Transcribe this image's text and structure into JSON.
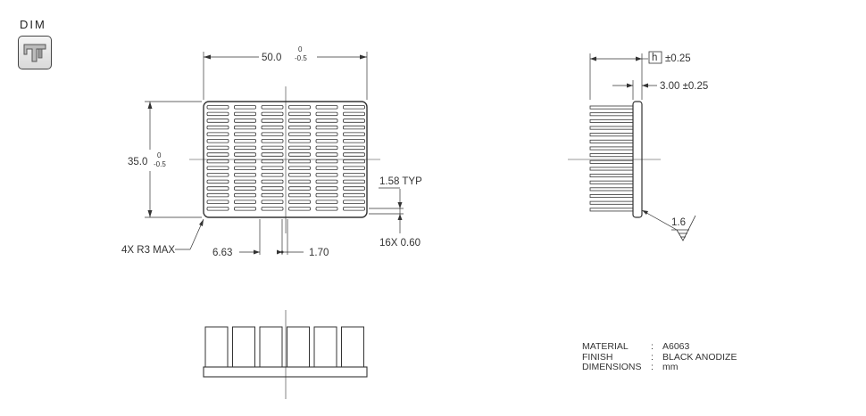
{
  "badge": {
    "label": "DIM",
    "icon": "caliper-icon"
  },
  "top_view": {
    "width_nominal": "50.0",
    "width_upper_tol": "0",
    "width_lower_tol": "-0.5",
    "height_nominal": "35.0",
    "height_upper_tol": "0",
    "height_lower_tol": "-0.5",
    "corner_radius_note": "4X R3 MAX",
    "pin_pitch": "6.63",
    "pin_width": "1.70",
    "slot_typ": "1.58 TYP",
    "slot_count_width": "16X 0.60"
  },
  "side_view": {
    "height_symbol": "h",
    "height_tol": "±0.25",
    "base_thickness": "3.00 ±0.25",
    "surface_roughness": "1.6"
  },
  "notes": [
    {
      "key": "MATERIAL",
      "value": "A6063"
    },
    {
      "key": "FINISH",
      "value": "BLACK ANODIZE"
    },
    {
      "key": "DIMENSIONS",
      "value": "mm"
    }
  ]
}
